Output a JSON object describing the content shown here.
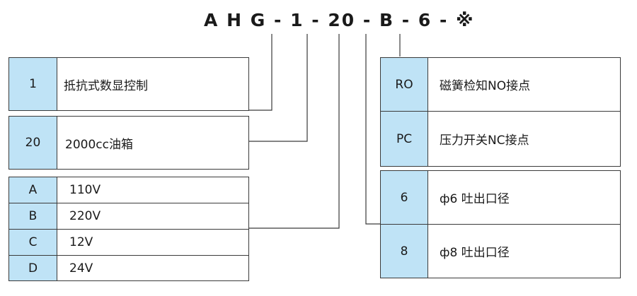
{
  "model_code": [
    "A",
    "H",
    "G",
    "-",
    "1",
    "-",
    "20",
    "-",
    "B",
    "-",
    "6",
    "-",
    "※"
  ],
  "control": {
    "code": "1",
    "desc": "抵抗式数显控制"
  },
  "tank": {
    "code": "20",
    "desc": "2000cc油箱"
  },
  "voltage": [
    {
      "code": "A",
      "desc": "110V"
    },
    {
      "code": "B",
      "desc": "220V"
    },
    {
      "code": "C",
      "desc": "12V"
    },
    {
      "code": "D",
      "desc": "24V"
    }
  ],
  "switch": [
    {
      "code": "RO",
      "desc": "磁簧检知NO接点"
    },
    {
      "code": "PC",
      "desc": "压力开关NC接点"
    }
  ],
  "outlet": [
    {
      "code": "6",
      "desc": "ф6 吐出口径"
    },
    {
      "code": "8",
      "desc": "ф8 吐出口径"
    }
  ]
}
